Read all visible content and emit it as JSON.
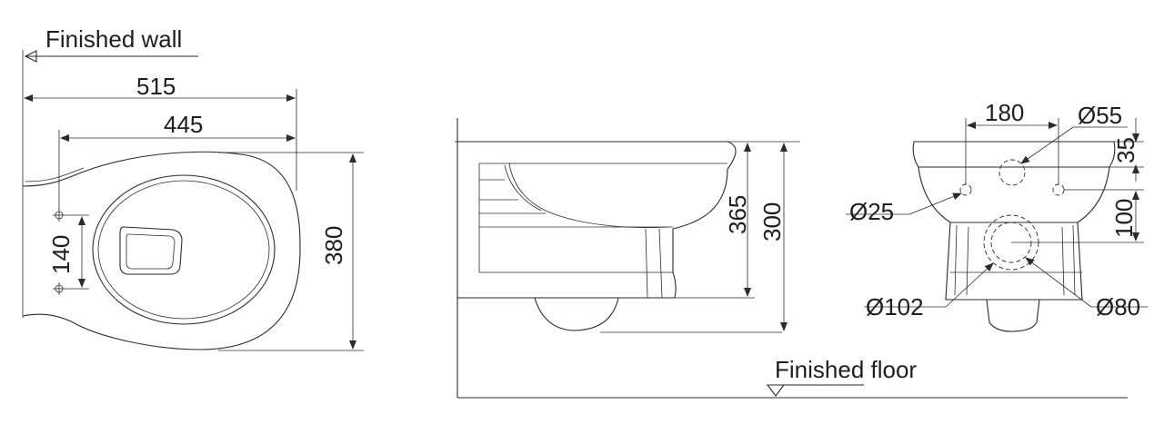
{
  "labels": {
    "finished_wall": "Finished wall",
    "finished_floor": "Finished floor"
  },
  "top_view": {
    "overall_length": "515",
    "bowl_length": "445",
    "hole_spacing": "140",
    "width": "380"
  },
  "side_view": {
    "rim_height": "365",
    "outlet_height": "300"
  },
  "front_view": {
    "bolt_spacing": "180",
    "inlet_diameter": "Ø55",
    "inlet_offset": "35",
    "bolt_diameter": "Ø25",
    "bolt_to_outlet": "100",
    "outlet_outer": "Ø102",
    "outlet_inner": "Ø80"
  }
}
